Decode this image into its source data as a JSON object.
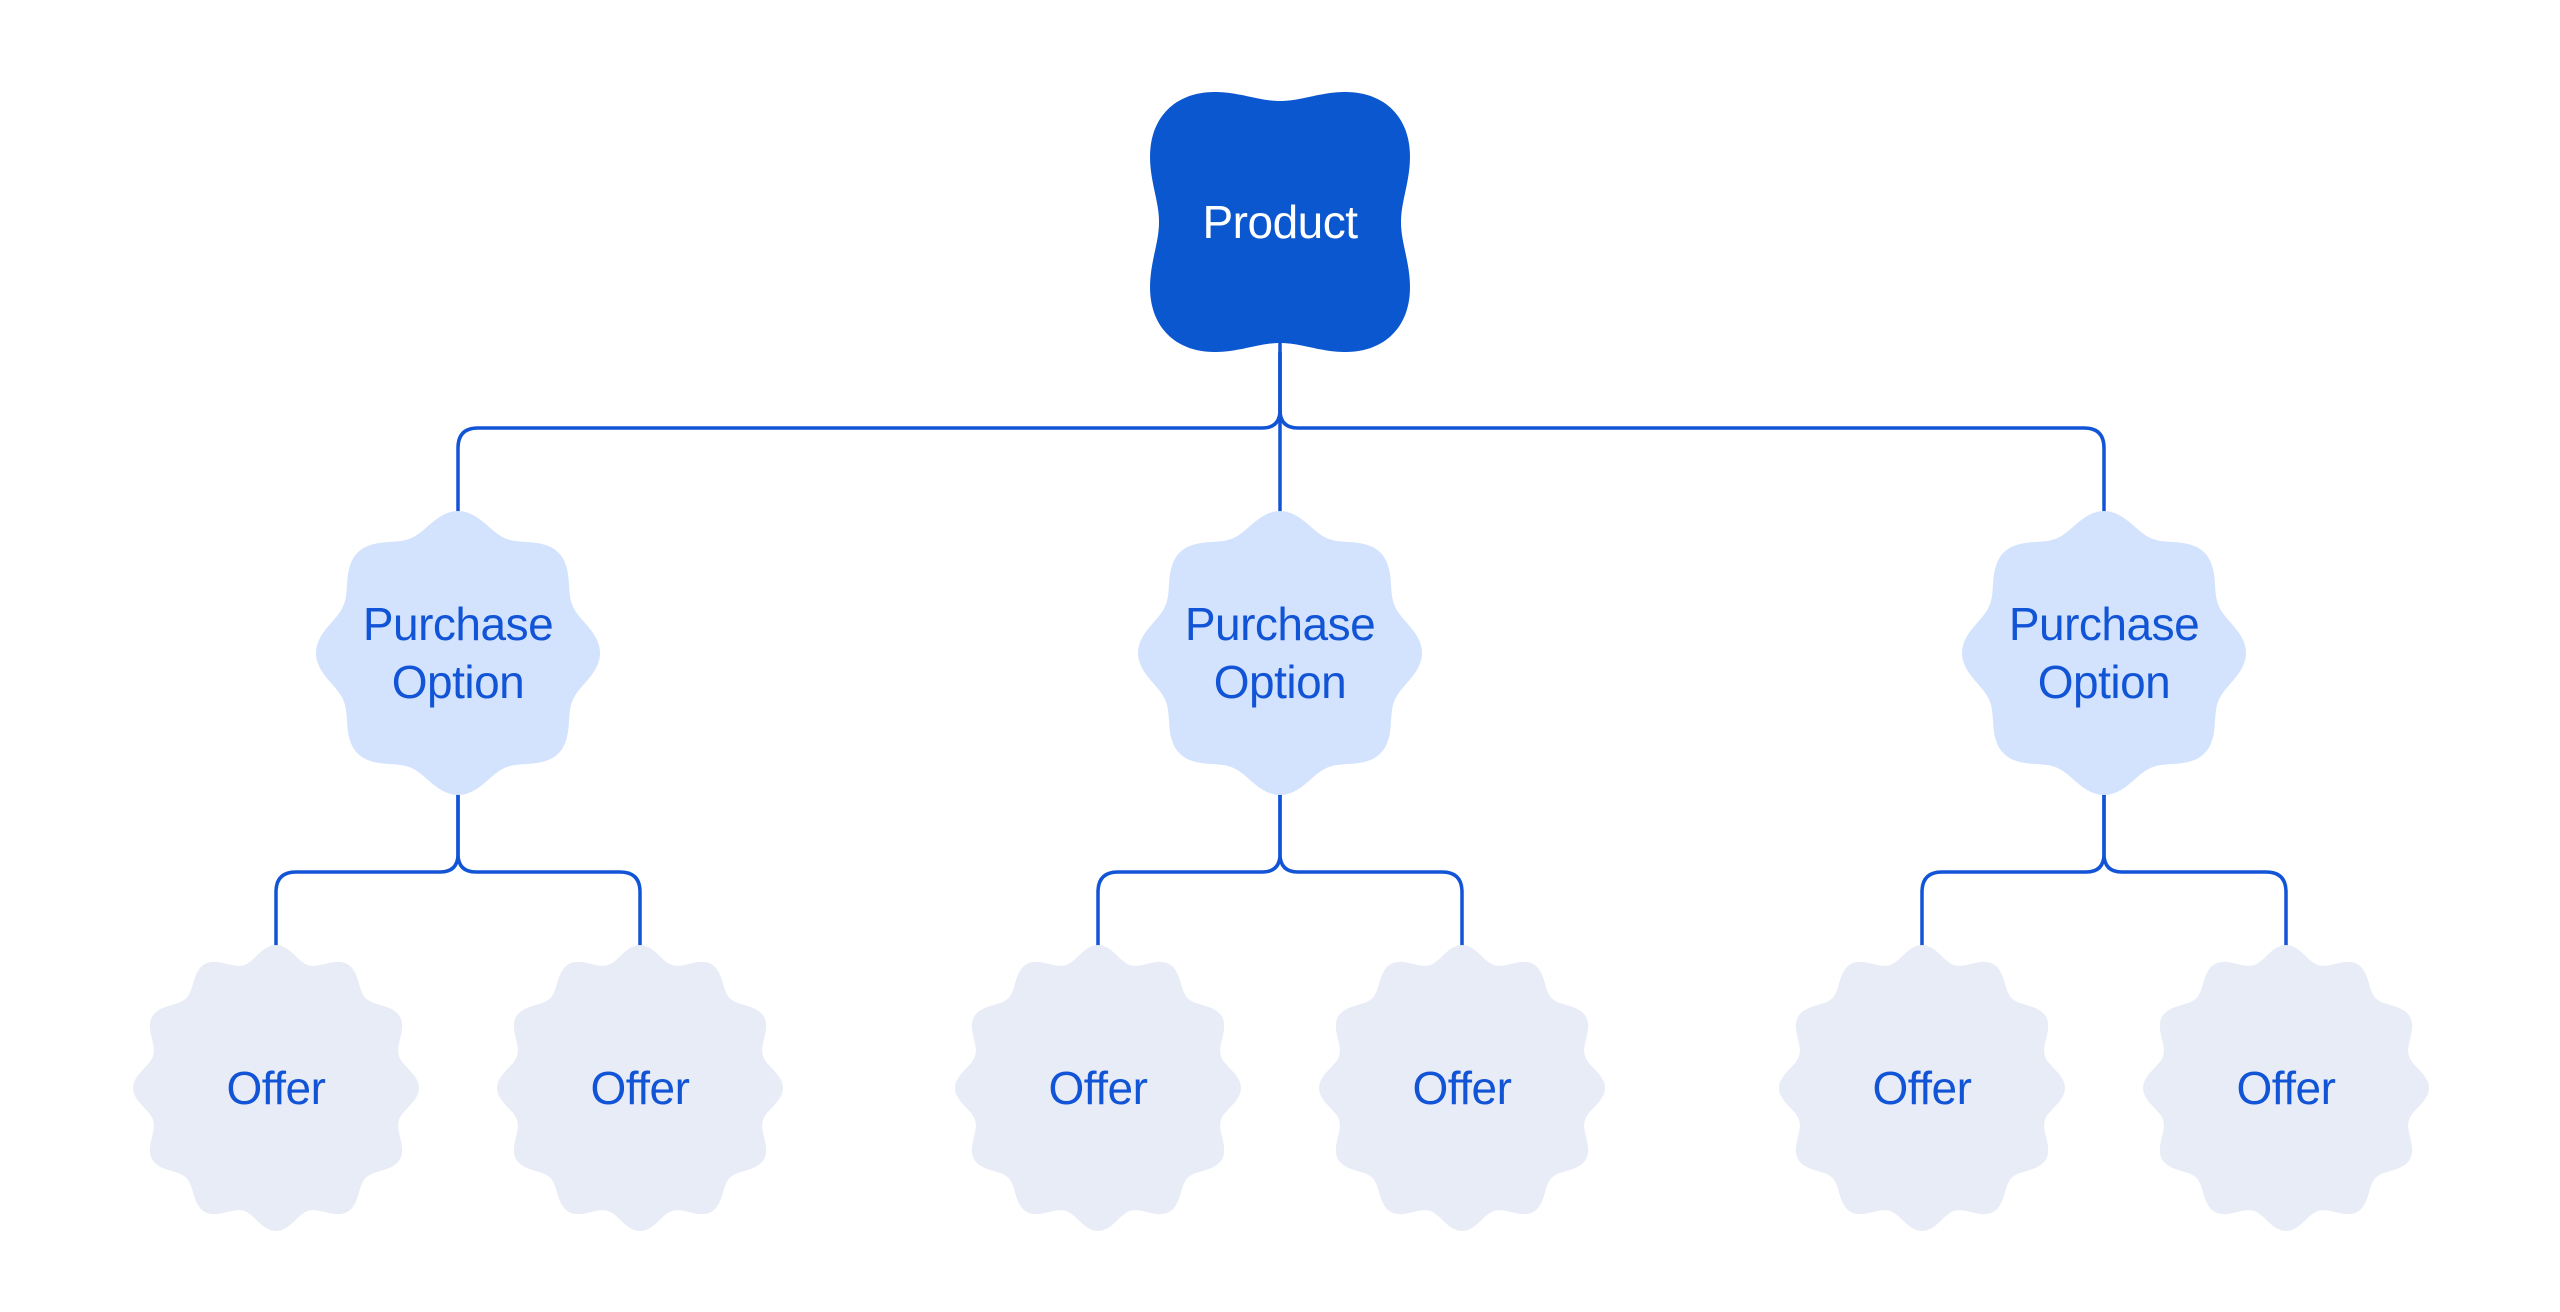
{
  "diagram": {
    "root": {
      "label": "Product"
    },
    "children": [
      {
        "label": "Purchase Option",
        "children": [
          {
            "label": "Offer"
          },
          {
            "label": "Offer"
          }
        ]
      },
      {
        "label": "Purchase Option",
        "children": [
          {
            "label": "Offer"
          },
          {
            "label": "Offer"
          }
        ]
      },
      {
        "label": "Purchase Option",
        "children": [
          {
            "label": "Offer"
          },
          {
            "label": "Offer"
          }
        ]
      }
    ]
  },
  "colors": {
    "background": "#FFFFFF",
    "product_fill": "#0B57D0",
    "product_text": "#FFFFFF",
    "option_fill": "#D3E3FD",
    "offer_fill": "#E8ECF6",
    "accent_text": "#1254D6",
    "line": "#1254D6"
  }
}
